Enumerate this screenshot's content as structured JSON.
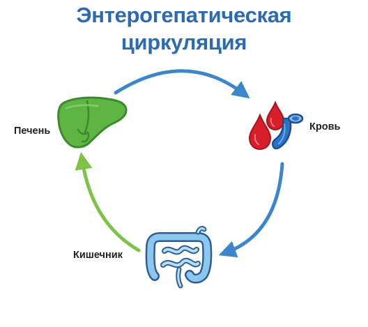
{
  "title_line1": "Энтерогепатическая",
  "title_line2": "циркуляция",
  "nodes": {
    "liver": {
      "label": "Печень",
      "icon": "liver-icon"
    },
    "blood": {
      "label": "Кровь",
      "icon": "blood-vessel-icon"
    },
    "intestine": {
      "label": "Кишечник",
      "icon": "intestine-icon"
    }
  },
  "colors": {
    "title": "#2d6bb0",
    "arrow_blue": "#3d86c9",
    "arrow_green": "#7ec24a",
    "liver": "#5fb543",
    "blood": "#d81e2a",
    "vessel": "#2b73c4",
    "intestine": "#8dc6ef"
  }
}
